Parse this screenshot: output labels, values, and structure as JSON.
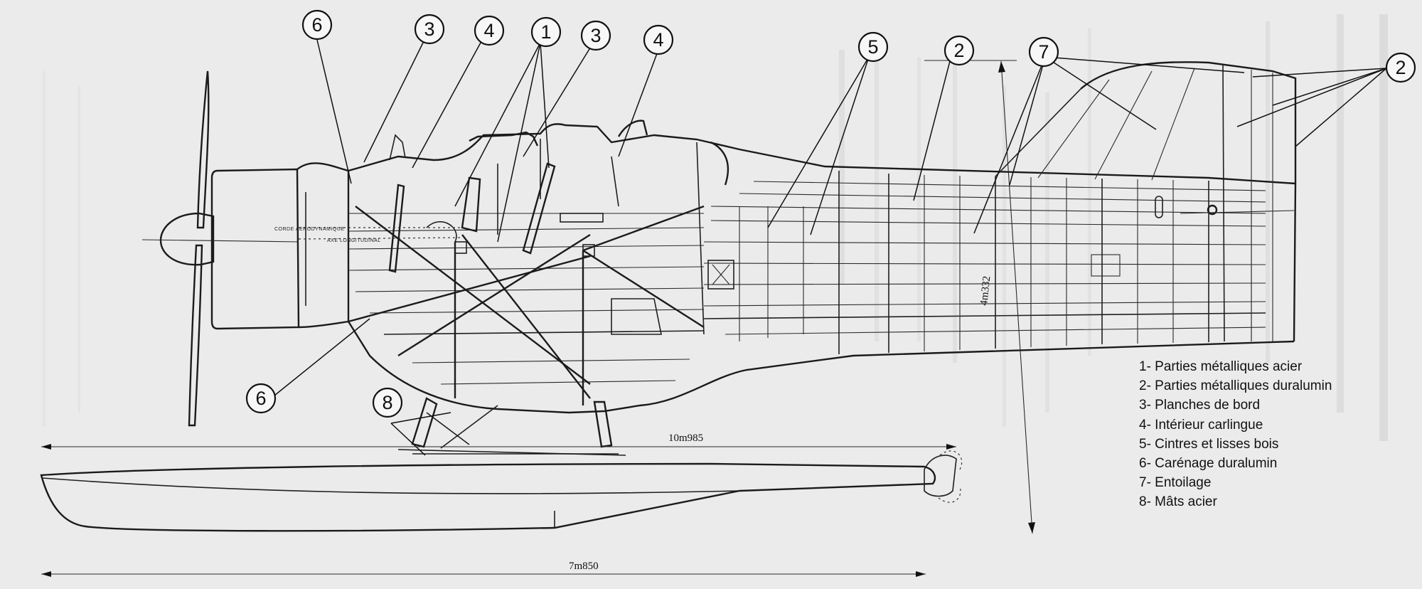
{
  "callouts": [
    "1",
    "2",
    "3",
    "4",
    "5",
    "6",
    "7",
    "8"
  ],
  "legend": [
    "1- Parties métalliques acier",
    "2- Parties métalliques duralumin",
    "3- Planches de bord",
    "4- Intérieur carlingue",
    "5- Cintres et lisses bois",
    "6- Carénage duralumin",
    "7- Entoilage",
    "8- Mâts acier"
  ],
  "dimensions": {
    "overall_length": "10m985",
    "float_length": "7m850",
    "height": "4m332"
  },
  "annotations": {
    "corde_line": "CORDE AERODYNAMIQUE",
    "axe_line": "AXE LONGITUDINAL"
  },
  "colors": {
    "ink": "#1b1b1b",
    "paper": "#ebebeb",
    "bleed_through": "#cfcfcf"
  }
}
